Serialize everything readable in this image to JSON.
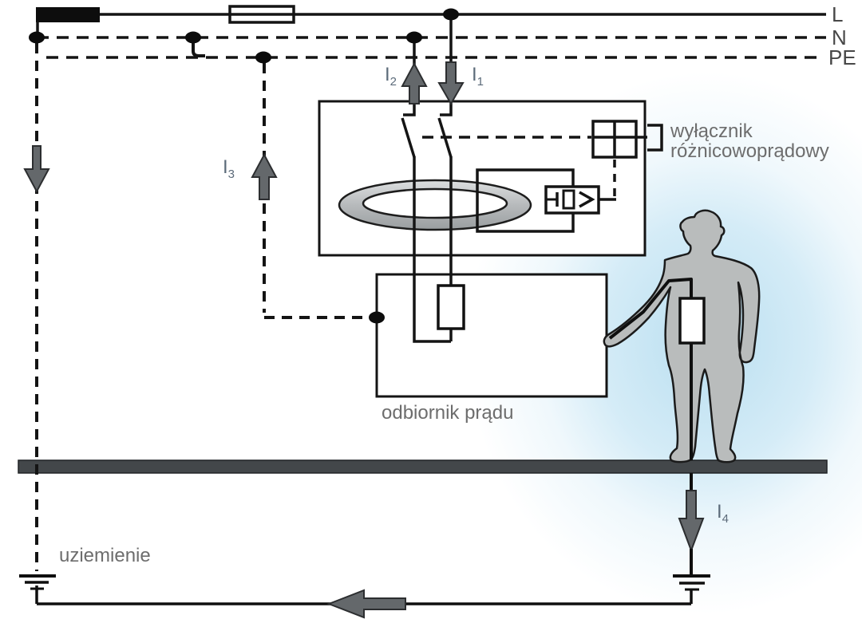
{
  "diagram": {
    "power_lines": {
      "l": "L",
      "n": "N",
      "pe": "PE"
    },
    "currents": {
      "i1": {
        "base": "I",
        "sub": "1",
        "direction": "down"
      },
      "i2": {
        "base": "I",
        "sub": "2",
        "direction": "up"
      },
      "i3": {
        "base": "I",
        "sub": "3",
        "direction": "up"
      },
      "i4": {
        "base": "I",
        "sub": "4",
        "direction": "down"
      }
    },
    "labels": {
      "rcd_line1": "wyłącznik",
      "rcd_line2": "różnicowoprądowy",
      "load": "odbiornik prądu",
      "earthing": "uziemienie"
    },
    "symbols": [
      "source-terminal",
      "fuse",
      "n-pe-bond",
      "rcd-enclosure",
      "breaker-contacts",
      "current-transformer-toroid",
      "trip-relay",
      "test-button",
      "load-enclosure",
      "load-resistor",
      "person-silhouette",
      "body-resistance",
      "floor-ground-plane",
      "earth-electrode-left",
      "earth-electrode-right"
    ],
    "colors": {
      "line": "#141414",
      "arrow_fill": "#64686b",
      "current_label": "#5c6b7a",
      "text_gray": "#6d6d6d",
      "silhouette_fill": "#b9bcbc",
      "floor_fill": "#43474a",
      "glow": "#cfe9f4",
      "background": "#ffffff"
    }
  }
}
